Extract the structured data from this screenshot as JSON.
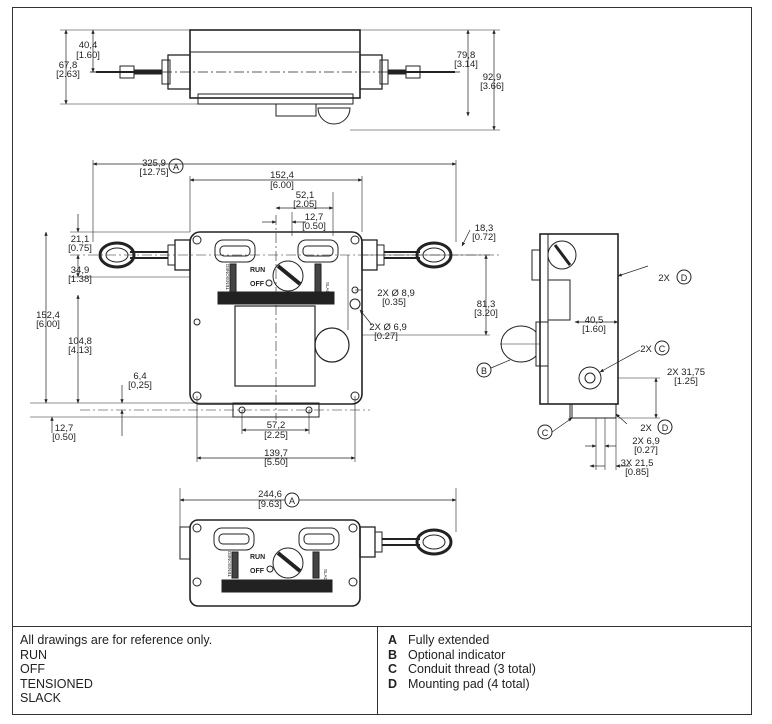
{
  "dims": {
    "top": {
      "d1": [
        "40,4",
        "[1.60]"
      ],
      "d2": [
        "67,8",
        "[2.63]"
      ],
      "d3": [
        "79,8",
        "[3.14]"
      ],
      "d4": [
        "92,9",
        "[3.66]"
      ]
    },
    "front": {
      "overall": [
        "325,9",
        "[12.75]"
      ],
      "width": [
        "152,4",
        "[6.00]"
      ],
      "d521": [
        "52,1",
        "[2.05]"
      ],
      "d127": [
        "12,7",
        "[0.50]"
      ],
      "d211": [
        "21,1",
        "[0.75]"
      ],
      "d183": [
        "18,3",
        "[0.72]"
      ],
      "d349": [
        "34,9",
        "[1.38]"
      ],
      "height": [
        "152,4",
        "[6.00]"
      ],
      "d1048": [
        "104,8",
        "[4.13]"
      ],
      "d64": [
        "6,4",
        "[0,25]"
      ],
      "d127b": [
        "12,7",
        "[0.50]"
      ],
      "d572": [
        "57,2",
        "[2.25]"
      ],
      "d1397": [
        "139,7",
        "[5.50]"
      ],
      "hole89": [
        "2X Ø 8,9",
        "[0.35]"
      ],
      "hole69": [
        "2X Ø 6,9",
        "[0.27]"
      ],
      "d813": [
        "81,3",
        "[3.20]"
      ]
    },
    "side": {
      "d405": [
        "40,5",
        "[1.60]"
      ],
      "d3175": [
        "2X 31,75",
        "[1.25]"
      ],
      "d69": [
        "2X 6,9",
        "[0.27]"
      ],
      "d215": [
        "3X 21,5",
        "[0.85]"
      ],
      "pad_top_prefix": "2X",
      "conduit_prefix": "2X",
      "pad_bottom_prefix": "2X"
    },
    "bottom": {
      "overall": [
        "244,6",
        "[9.63]"
      ]
    },
    "callouts": {
      "a": "A",
      "b": "B",
      "c": "C",
      "d": "D"
    },
    "panel": {
      "run": "RUN",
      "off": "OFF",
      "tensioned": "TENSIONED",
      "slack": "SLACK"
    }
  },
  "notes": {
    "disclaimer": "All drawings are for reference only.",
    "terms": [
      "RUN",
      "OFF",
      "TENSIONED",
      "SLACK"
    ]
  },
  "legend": [
    {
      "letter": "A",
      "text": "Fully extended"
    },
    {
      "letter": "B",
      "text": "Optional indicator"
    },
    {
      "letter": "C",
      "text": "Conduit thread (3 total)"
    },
    {
      "letter": "D",
      "text": "Mounting pad (4 total)"
    }
  ]
}
